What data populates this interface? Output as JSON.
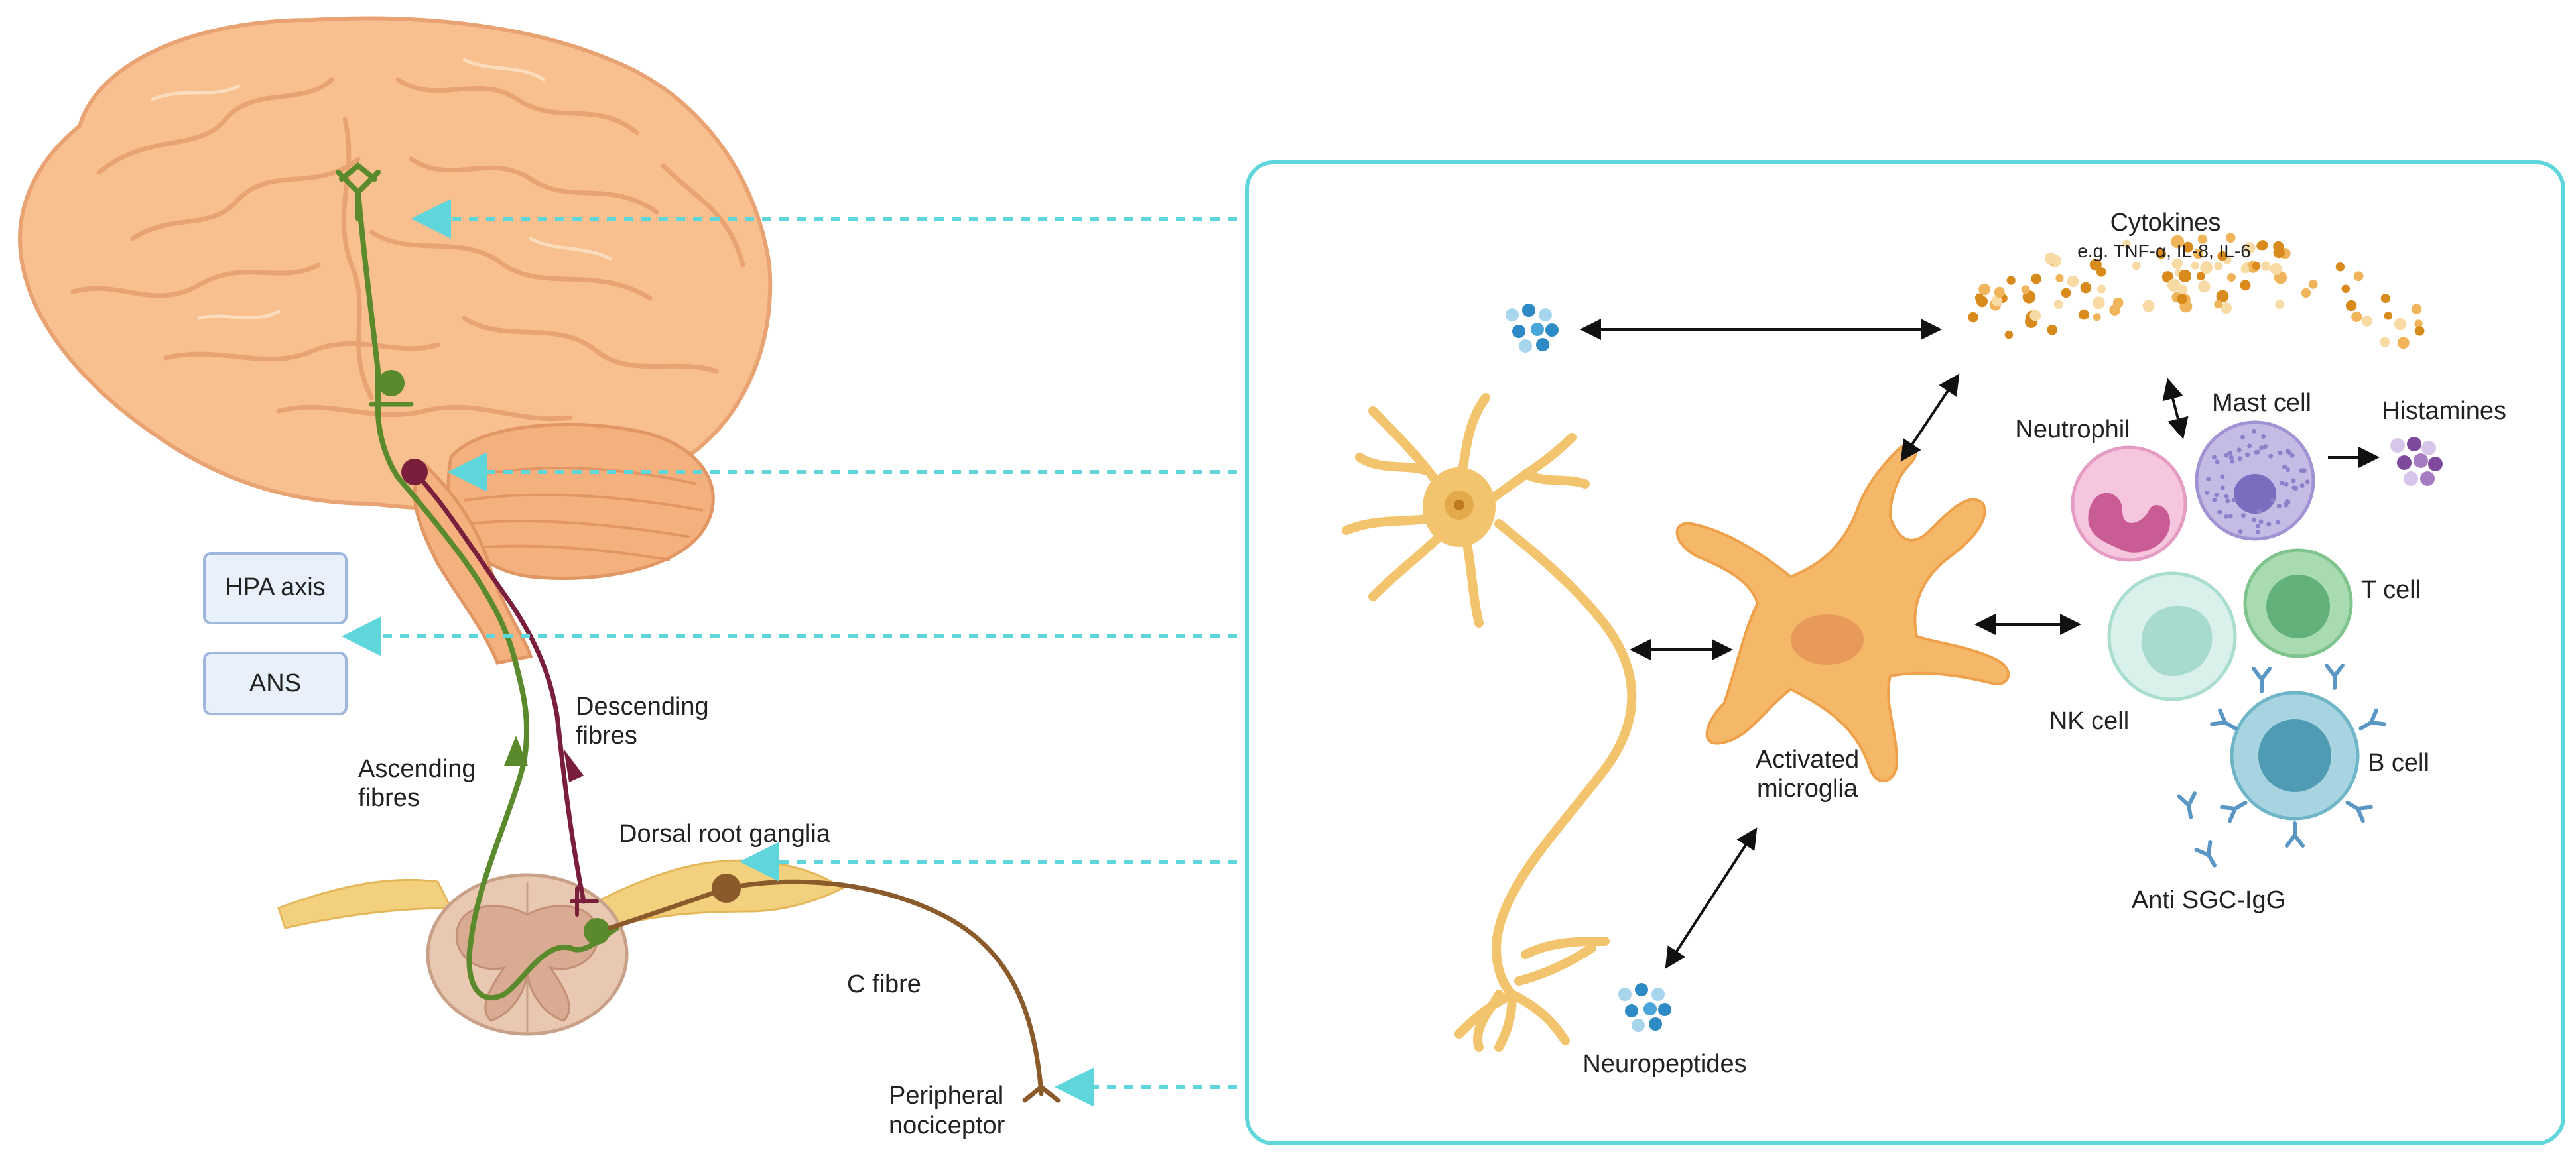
{
  "labels": {
    "hpa_axis": "HPA axis",
    "ans": "ANS",
    "ascending_fibres_1": "Ascending",
    "ascending_fibres_2": "fibres",
    "descending_fibres_1": "Descending",
    "descending_fibres_2": "fibres",
    "dorsal_root_ganglia": "Dorsal root ganglia",
    "c_fibre": "C fibre",
    "peripheral_nociceptor_1": "Peripheral",
    "peripheral_nociceptor_2": "nociceptor",
    "cytokines": "Cytokines",
    "cytokines_eg": "e.g. TNF-α, IL-8, IL-6",
    "neutrophil": "Neutrophil",
    "mast_cell": "Mast cell",
    "histamines": "Histamines",
    "t_cell": "T cell",
    "nk_cell": "NK cell",
    "b_cell": "B cell",
    "anti_sgc_igg": "Anti SGC-IgG",
    "activated_microglia_1": "Activated",
    "activated_microglia_2": "microglia",
    "neuropeptides": "Neuropeptides"
  },
  "colors": {
    "inset_border": "#5fd6dc",
    "dashed_arrow": "#5fd6dc",
    "brain": "#f7c08e",
    "brain_outline": "#e9a271",
    "ascending": "#5a8a2c",
    "descending": "#7a1f3b",
    "c_fibre": "#8b5a2b",
    "microglia": "#f5b868",
    "neuron": "#f2c46e",
    "box_fill": "#e8f0fb",
    "box_border": "#9fb6dd"
  },
  "icons": {
    "brain": "brain-icon",
    "spinal_cord": "spinal-cord-icon",
    "neuron": "neuron-icon",
    "microglia": "microglia-icon",
    "antibody": "antibody-icon"
  }
}
